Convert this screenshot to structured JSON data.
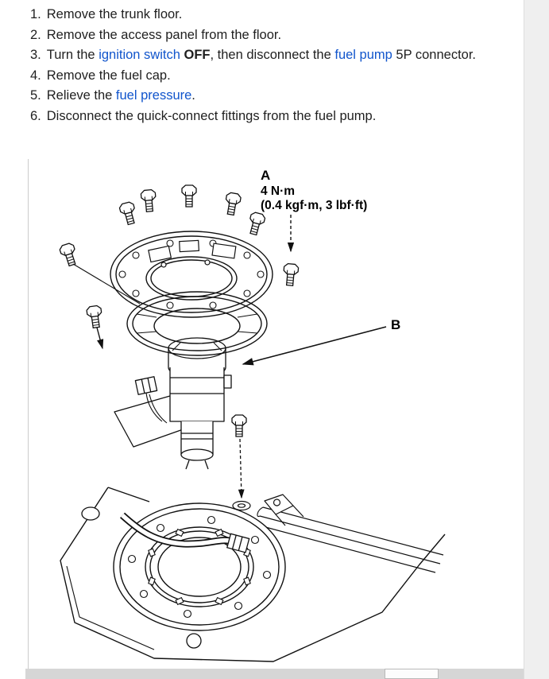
{
  "page": {
    "steps": [
      {
        "num": "1.",
        "segments": [
          {
            "text": "Remove the trunk floor."
          }
        ]
      },
      {
        "num": "2.",
        "segments": [
          {
            "text": "Remove the access panel from the floor."
          }
        ]
      },
      {
        "num": "3.",
        "segments": [
          {
            "text": "Turn the "
          },
          {
            "text": "ignition switch",
            "style": "link"
          },
          {
            "text": " "
          },
          {
            "text": "OFF",
            "style": "bold"
          },
          {
            "text": ", then disconnect the "
          },
          {
            "text": "fuel pump",
            "style": "link"
          },
          {
            "text": " 5P connector."
          }
        ]
      },
      {
        "num": "4.",
        "segments": [
          {
            "text": "Remove the fuel cap."
          }
        ]
      },
      {
        "num": "5.",
        "segments": [
          {
            "text": "Relieve the "
          },
          {
            "text": "fuel pressure",
            "style": "link"
          },
          {
            "text": "."
          }
        ]
      },
      {
        "num": "6.",
        "segments": [
          {
            "text": "Disconnect the quick-connect fittings from the fuel pump."
          }
        ]
      }
    ]
  },
  "diagram": {
    "label_a": "A",
    "torque_value": "4 N·m",
    "torque_detail": "(0.4 kgf·m, 3 lbf·ft)",
    "label_b": "B"
  },
  "colors": {
    "link": "#1155cc",
    "text": "#1f1f1f"
  }
}
